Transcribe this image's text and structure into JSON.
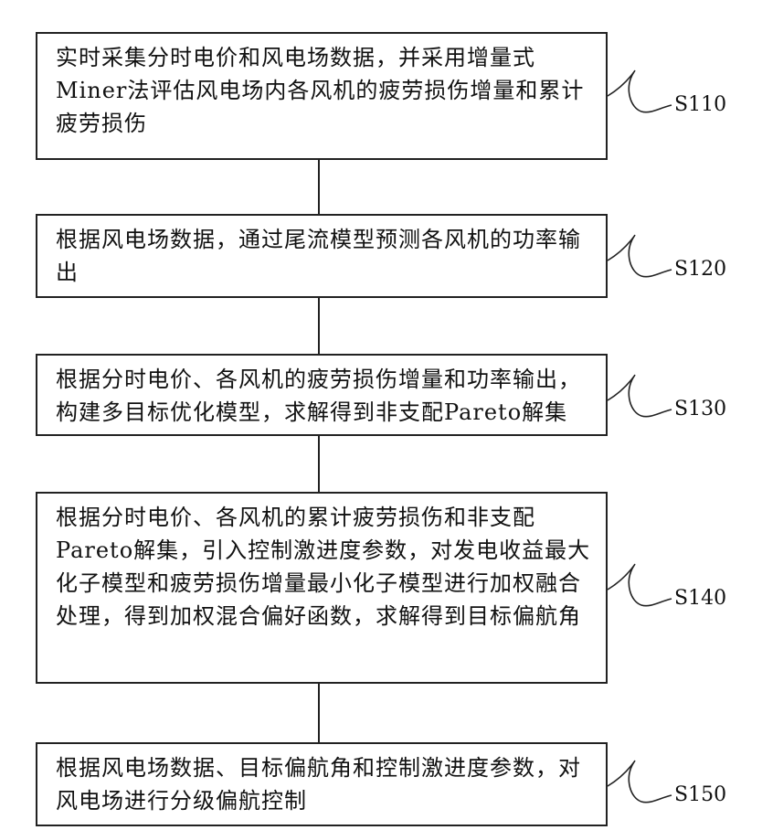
{
  "steps": [
    {
      "id": "S110",
      "text": "实时采集分时电价和风电场数据，并采用增量式Miner法评估风电场内各风机的疲劳损伤增量和累计疲劳损伤"
    },
    {
      "id": "S120",
      "text": "根据风电场数据，通过尾流模型预测各风机的功率输出"
    },
    {
      "id": "S130",
      "text": "根据分时电价、各风机的疲劳损伤增量和功率输出，构建多目标优化模型，求解得到非支配Pareto解集"
    },
    {
      "id": "S140",
      "text": "根据分时电价、各风机的累计疲劳损伤和非支配Pareto解集，引入控制激进度参数，对发电收益最大化子模型和疲劳损伤增量最小化子模型进行加权融合处理，得到加权混合偏好函数，求解得到目标偏航角"
    },
    {
      "id": "S150",
      "text": "根据风电场数据、目标偏航角和控制激进度参数，对风电场进行分级偏航控制"
    }
  ]
}
